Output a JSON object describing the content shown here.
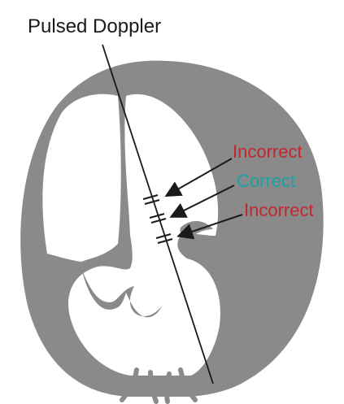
{
  "title": "Pulsed Doppler",
  "labels": [
    {
      "text": "Incorrect",
      "status": "incorrect"
    },
    {
      "text": "Correct",
      "status": "correct"
    },
    {
      "text": "Incorrect",
      "status": "incorrect"
    }
  ],
  "colors": {
    "incorrect": "#c0282d",
    "correct": "#1aa3a3",
    "heart": "#8a8a8a",
    "line": "#1a1a1a",
    "background": "#ffffff"
  }
}
